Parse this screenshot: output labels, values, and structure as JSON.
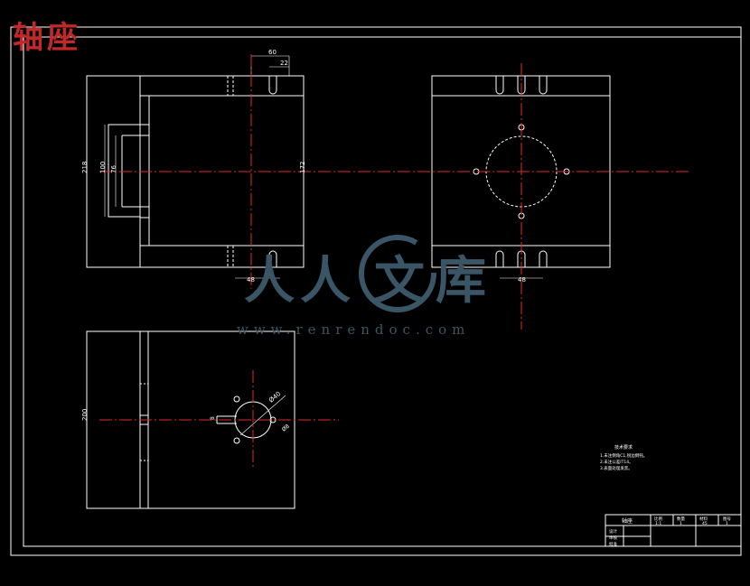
{
  "title": "轴座",
  "watermark": {
    "chars": [
      "人",
      "人",
      "文",
      "库"
    ],
    "url": "www.renrendoc.com"
  },
  "dimensions": {
    "top_width_outer": "60",
    "top_width_inner": "22",
    "left_height_outer": "218",
    "left_height_inner": "100",
    "left_height_inner2": "76",
    "body_height": "172",
    "bottom_offset": "48",
    "right_bottom_width": "48",
    "bottom_view_height": "200",
    "hole_dia": "Ø40",
    "hole_dia2": "Ø8",
    "slot_width": "8"
  },
  "notes": {
    "heading": "技术要求",
    "lines": [
      "1.未注倒角C1,锐边倒钝。",
      "2.未注公差IT14。",
      "3.表面处理发黑。"
    ]
  },
  "title_block": {
    "part_name": "轴座",
    "cells": [
      "比例",
      "数量",
      "材料",
      "图号"
    ],
    "values": [
      "1:1",
      "1",
      "45",
      "1"
    ],
    "rows": [
      "设计",
      "审核",
      "批准"
    ]
  }
}
